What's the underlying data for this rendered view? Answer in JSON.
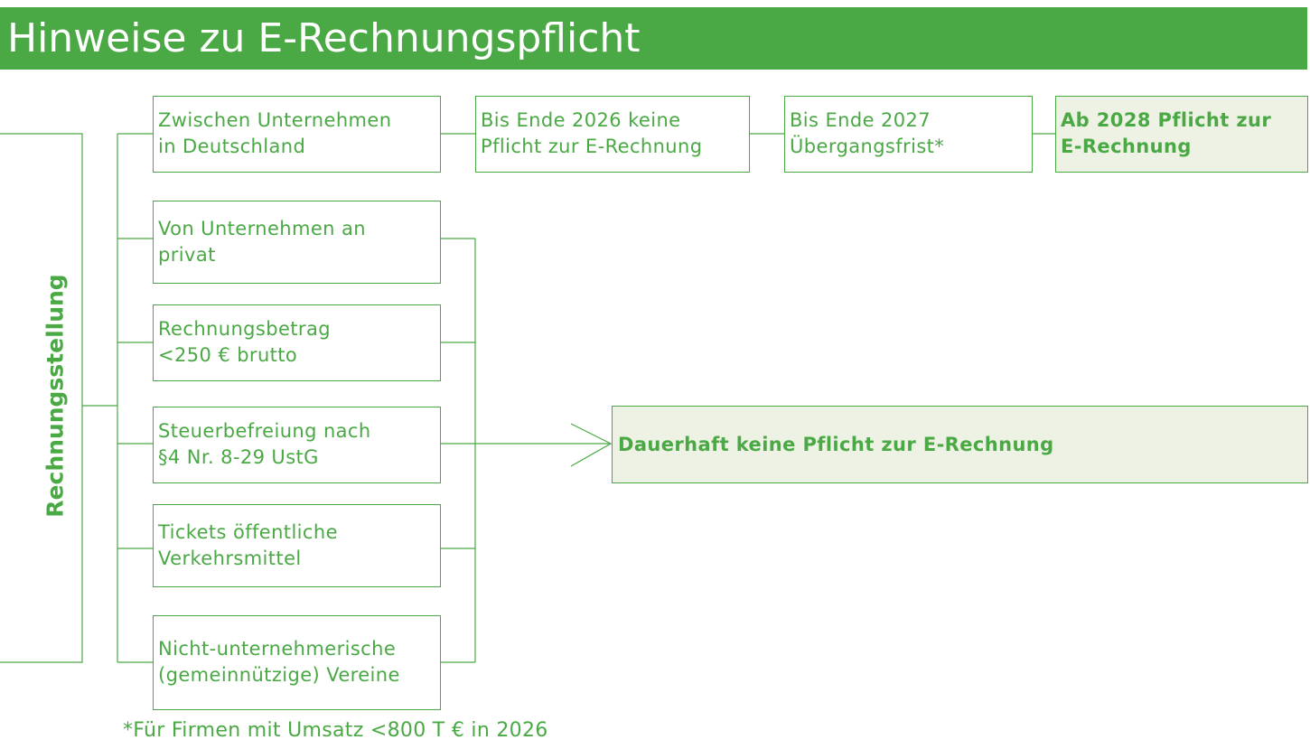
{
  "title": "Hinweise zu E-Rechnungspflicht",
  "root_label": "Rechnungsstellung",
  "timeline": [
    {
      "line1": "Zwischen Unternehmen",
      "line2": "in Deutschland"
    },
    {
      "line1": "Bis Ende 2026 keine",
      "line2": "Pflicht zur E-Rechnung"
    },
    {
      "line1": "Bis Ende 2027",
      "line2": "Übergangsfrist*"
    },
    {
      "line1": "Ab 2028 Pflicht zur",
      "line2": "E-Rechnung"
    }
  ],
  "exceptions": [
    {
      "line1": "Von Unternehmen an",
      "line2": "privat"
    },
    {
      "line1": "Rechnungsbetrag",
      "line2": "<250 € brutto"
    },
    {
      "line1": "Steuerbefreiung nach",
      "line2": "§4 Nr. 8-29 UstG"
    },
    {
      "line1": "Tickets öffentliche",
      "line2": "Verkehrsmittel"
    },
    {
      "line1": "Nicht-unternehmerische",
      "line2": "(gemeinnützige) Vereine"
    }
  ],
  "result": "Dauerhaft keine Pflicht zur E-Rechnung",
  "footnote": "*Für Firmen mit Umsatz <800 T € in 2026",
  "colors": {
    "accent": "#4aa944",
    "highlight_bg": "#eef2e4"
  }
}
